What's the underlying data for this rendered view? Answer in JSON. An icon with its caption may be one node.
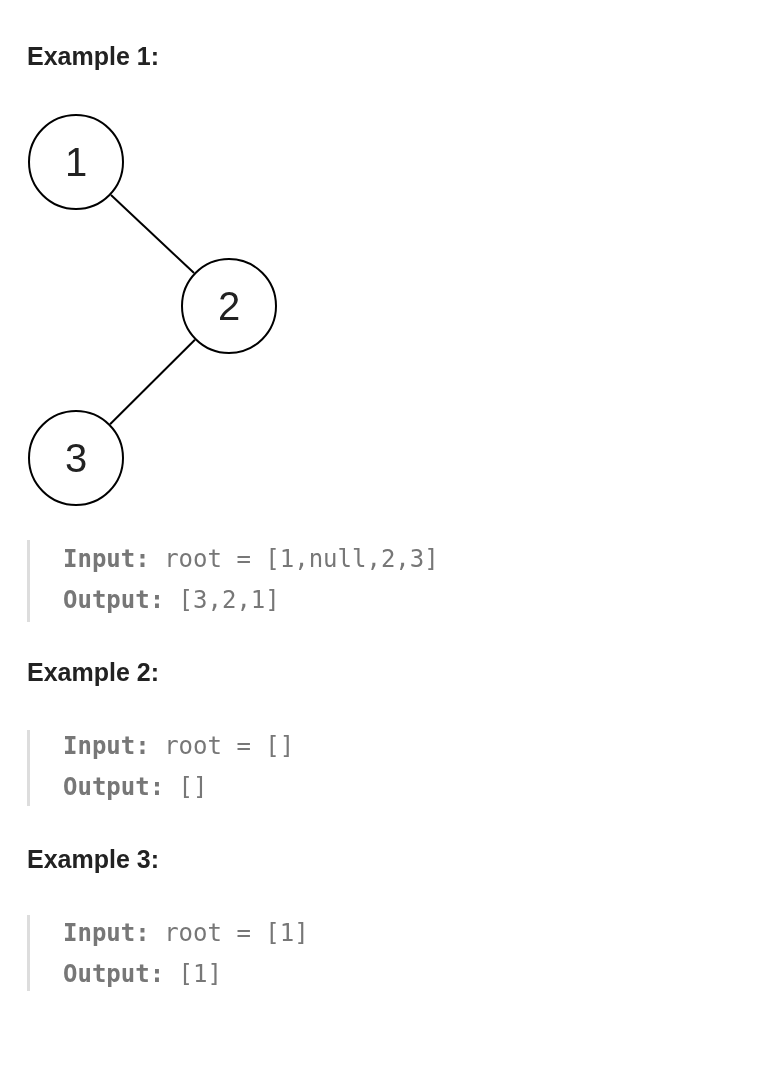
{
  "diagram": {
    "nodes": [
      {
        "text": [
          "1"
        ]
      },
      {
        "text": [
          "2"
        ]
      },
      {
        "text": [
          "3"
        ]
      }
    ],
    "edges": [
      {
        "from": 0,
        "to": 1,
        "arrow": "none"
      },
      {
        "from": 1,
        "to": 2,
        "arrow": "none"
      }
    ],
    "labels": [
      "Example 1:",
      "**Input:** root = [1,null,2,3]",
      "**Output:** [3,2,1]",
      "Example 2:",
      "**Input:** root = []",
      "**Output:** []",
      "Example 3:",
      "**Input:** root = [1]",
      "**Output:** [1]"
    ]
  }
}
